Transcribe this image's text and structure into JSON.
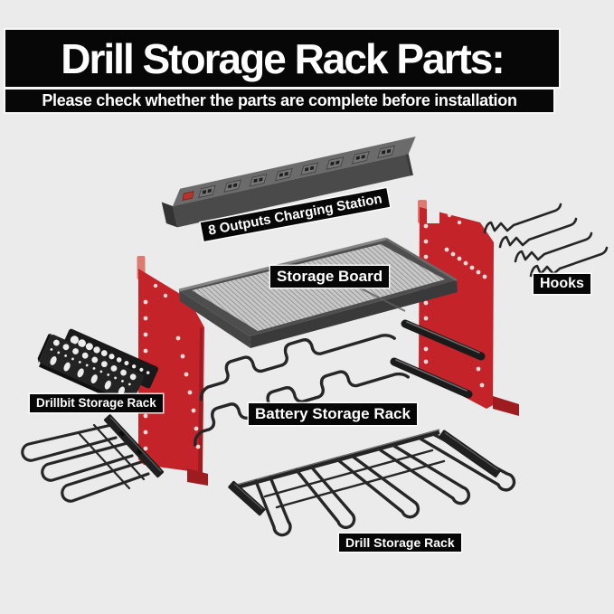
{
  "header": {
    "title": "Drill Storage Rack Parts:",
    "subtitle": "Please check whether the parts are complete before installation"
  },
  "labels": {
    "charging_station": "8 Outputs Charging Station",
    "storage_board": "Storage Board",
    "hooks": "Hooks",
    "drillbit_rack": "Drillbit Storage Rack",
    "battery_rack": "Battery Storage Rack",
    "drill_rack": "Drill Storage Rack"
  },
  "parts": [
    {
      "name": "8 Outputs Charging Station"
    },
    {
      "name": "Storage Board"
    },
    {
      "name": "Hooks"
    },
    {
      "name": "Drillbit Storage Rack"
    },
    {
      "name": "Battery Storage Rack"
    },
    {
      "name": "Drill Storage Rack"
    }
  ],
  "colors": {
    "background": "#ebebeb",
    "banner_black": "#070707",
    "text_white": "#ffffff",
    "panel_red": "#c4232a",
    "panel_red_dark": "#9e1b20",
    "panel_red_light": "#dd7b72",
    "hole_dot": "#f2dad6",
    "metal_dark": "#262626",
    "strip_top": "#6b6b6b",
    "strip_front": "#4a4a4a",
    "mesh_gray": "#c7c7c7"
  }
}
